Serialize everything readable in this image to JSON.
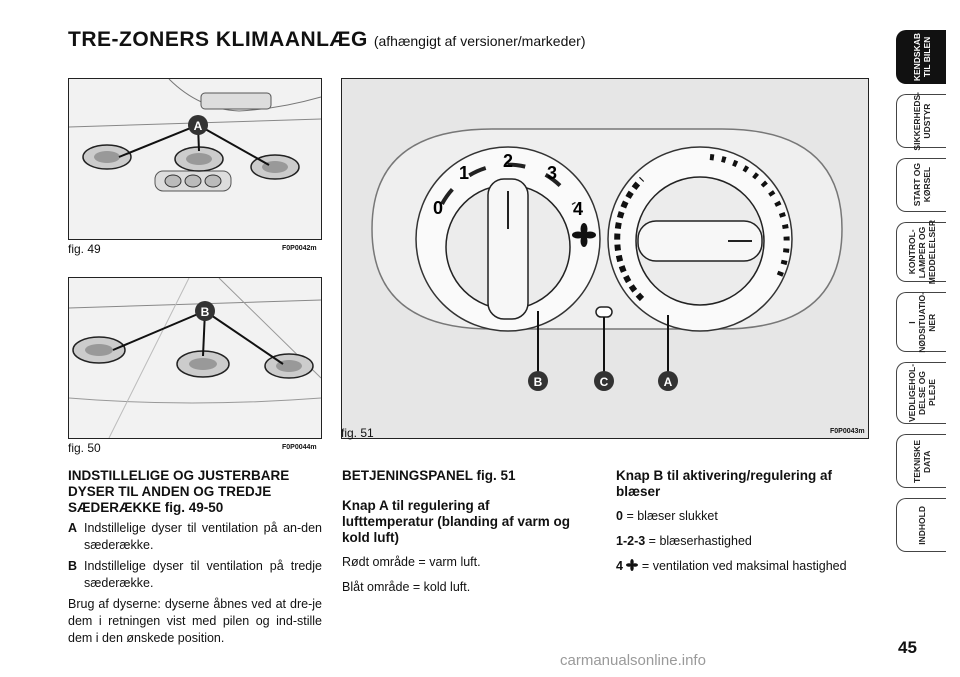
{
  "header": {
    "title": "TRE-ZONERS KLIMAANLÆG",
    "subtitle": "(afhængigt af versioner/markeder)"
  },
  "figures": {
    "fig49": {
      "label": "fig. 49",
      "code": "F0P0042m",
      "marker": "A"
    },
    "fig50": {
      "label": "fig. 50",
      "code": "F0P0044m",
      "marker": "B"
    },
    "fig51": {
      "label": "fig. 51",
      "code": "F0P0043m",
      "dial_numbers": [
        "0",
        "1",
        "2",
        "3",
        "4"
      ],
      "markers": [
        "B",
        "C",
        "A"
      ]
    }
  },
  "col1": {
    "heading": "INDSTILLELIGE OG JUSTERBARE DYSER TIL ANDEN OG TREDJE SÆDERÆKKE fig. 49-50",
    "items": [
      {
        "key": "A",
        "text": "Indstillelige dyser til ventilation på an-den sæderække."
      },
      {
        "key": "B",
        "text": "Indstillelige dyser til ventilation på tredje sæderække."
      }
    ],
    "paragraph": "Brug af dyserne: dyserne åbnes ved at dre-je dem i retningen vist med pilen og ind-stille dem i den ønskede position."
  },
  "col2": {
    "heading1": "BETJENINGSPANEL fig. 51",
    "heading2": "Knap A til regulering af lufttemperatur (blanding af varm og kold luft)",
    "lines": [
      "Rødt område = varm luft.",
      "Blåt område = kold luft."
    ]
  },
  "col3": {
    "heading": "Knap B til aktivering/regulering af blæser",
    "rows": [
      {
        "key": "0",
        "text": "= blæser slukket"
      },
      {
        "key": "1-2-3",
        "text": "= blæserhastighed"
      },
      {
        "key": "4",
        "text": "= ventilation ved maksimal hastighed",
        "icon": "fan-icon"
      }
    ]
  },
  "sidebar": {
    "tabs": [
      {
        "label": "KENDSKAB\nTIL BILEN",
        "active": true
      },
      {
        "label": "SIKKERHEDS-\nUDSTYR",
        "active": false
      },
      {
        "label": "START OG\nKØRSEL",
        "active": false
      },
      {
        "label": "KONTROL-\nLAMPER OG\nMEDDELELSER",
        "active": false
      },
      {
        "label": "I\nNØDSITUATIO-\nNER",
        "active": false
      },
      {
        "label": "VEDLIGEHOL-\nDELSE OG PLEJE",
        "active": false
      },
      {
        "label": "TEKNISKE\nDATA",
        "active": false
      },
      {
        "label": "INDHOLD",
        "active": false
      }
    ]
  },
  "page_number": "45",
  "watermark": "carmanualsonline.info"
}
